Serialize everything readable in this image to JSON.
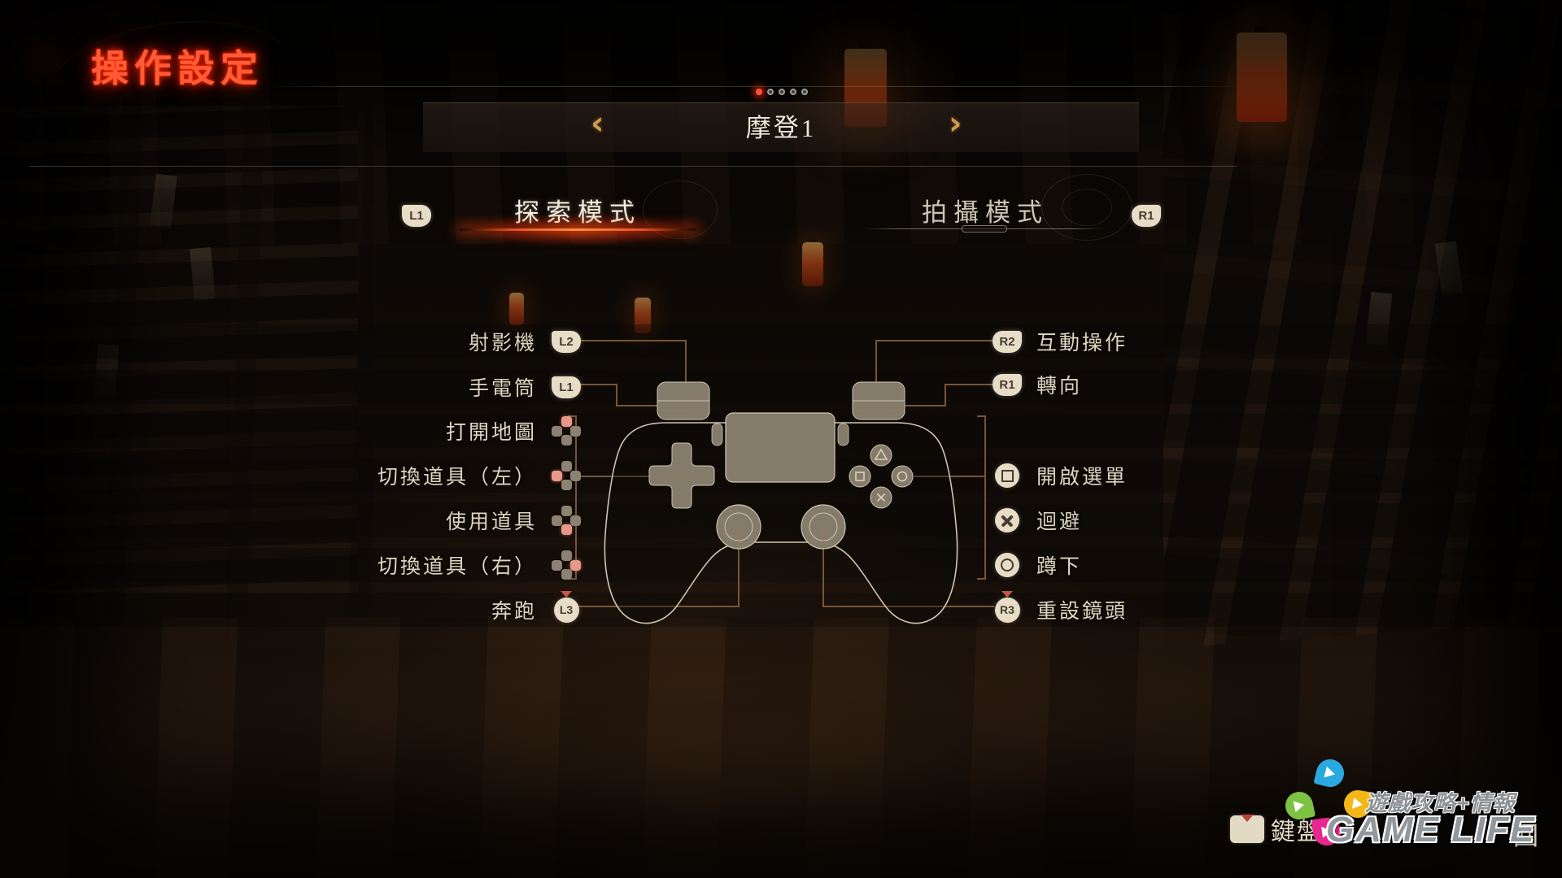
{
  "header": {
    "title": "操作設定"
  },
  "preset": {
    "label": "摩登1",
    "prev_symbol": "‹",
    "next_symbol": "›",
    "page_dots": {
      "count": 5,
      "active_index": 0
    }
  },
  "tabs": [
    {
      "label": "探索模式",
      "shoulder": "L1",
      "active": true
    },
    {
      "label": "拍攝模式",
      "shoulder": "R1",
      "active": false
    }
  ],
  "bindings": {
    "left": [
      {
        "label": "射影機",
        "button": "L2"
      },
      {
        "label": "手電筒",
        "button": "L1"
      },
      {
        "label": "打開地圖",
        "button": "dpad-up"
      },
      {
        "label": "切換道具（左）",
        "button": "dpad-left"
      },
      {
        "label": "使用道具",
        "button": "dpad-down"
      },
      {
        "label": "切換道具（右）",
        "button": "dpad-right"
      },
      {
        "label": "奔跑",
        "button": "L3"
      }
    ],
    "right": [
      {
        "label": "互動操作",
        "button": "R2"
      },
      {
        "label": "轉向",
        "button": "R1"
      },
      {
        "label": "開啟選單",
        "button": "square"
      },
      {
        "label": "迴避",
        "button": "cross"
      },
      {
        "label": "蹲下",
        "button": "circle"
      },
      {
        "label": "重設鏡頭",
        "button": "R3"
      }
    ]
  },
  "footer": {
    "keyboard_label": "鍵盤/",
    "back_label": "回"
  },
  "watermark": {
    "tagline": "遊戲攻略+情報",
    "brand": "GAME LIFE"
  },
  "colors": {
    "accent_red": "#ff5b36",
    "line_copper": "#7c5a3b",
    "cream_text": "#ded6c0",
    "badge_bg": "#e7ddc7",
    "dpad_active": "#e8988a",
    "dot_active": "#d42510"
  }
}
